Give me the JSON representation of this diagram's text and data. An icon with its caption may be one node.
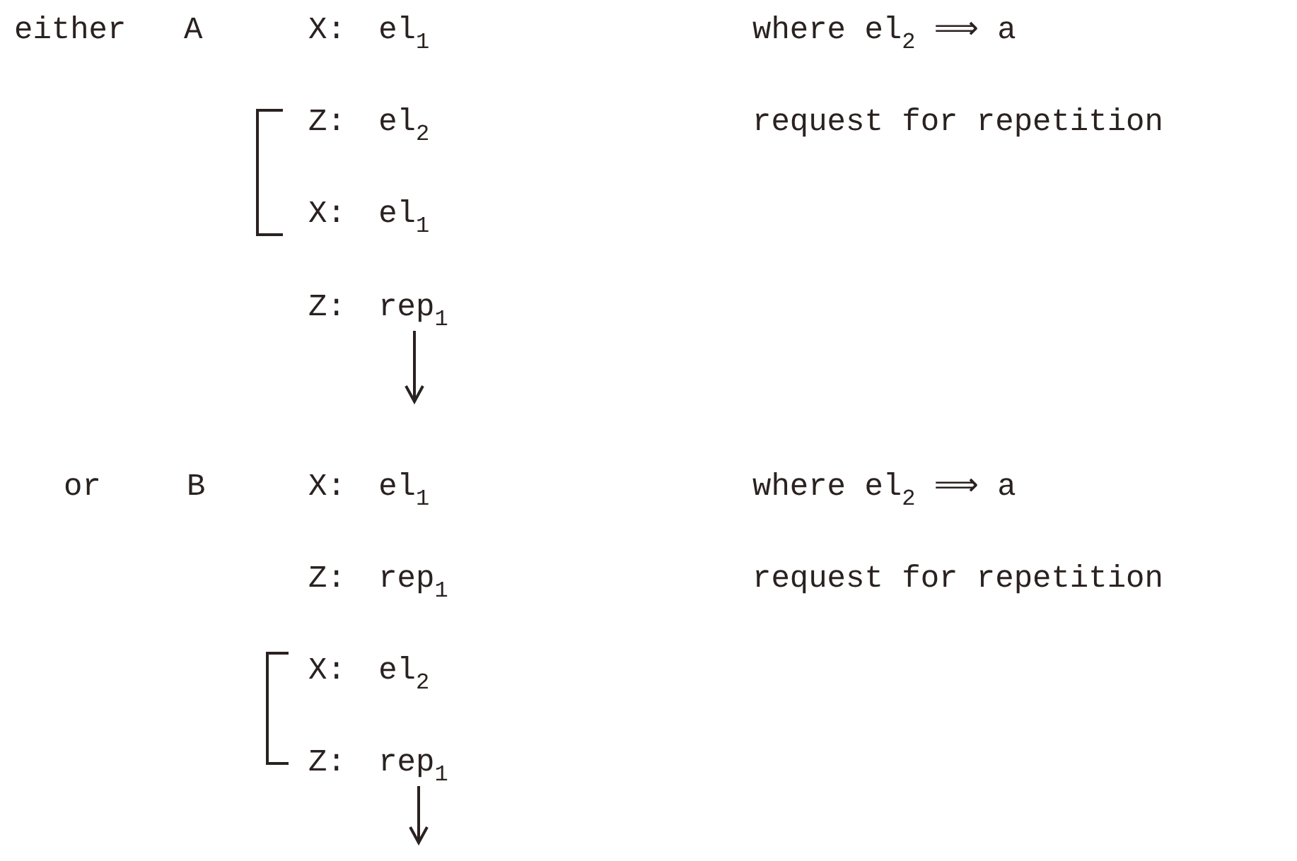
{
  "diagram": {
    "nodes": [
      {
        "text": [
          "Z: rep$_{1}$"
        ]
      },
      {
        "text": [
          "Z: rep$_{1}$"
        ]
      }
    ],
    "edges": [
      {
        "from": 0,
        "to": null,
        "arrow": "to"
      },
      {
        "from": 1,
        "to": null,
        "arrow": "to"
      }
    ],
    "labels": [
      "either",
      "A",
      "X: el$_{1}$",
      "where el$_{2}$ ⟹ a",
      "Z: el$_{2}$",
      "request for repetition",
      "X: el$_{1}$",
      "or",
      "B",
      "X: el$_{1}$",
      "where el$_{2}$ ⟹ a",
      "Z: rep$_{1}$",
      "request for repetition",
      "X: el$_{2}$"
    ]
  }
}
